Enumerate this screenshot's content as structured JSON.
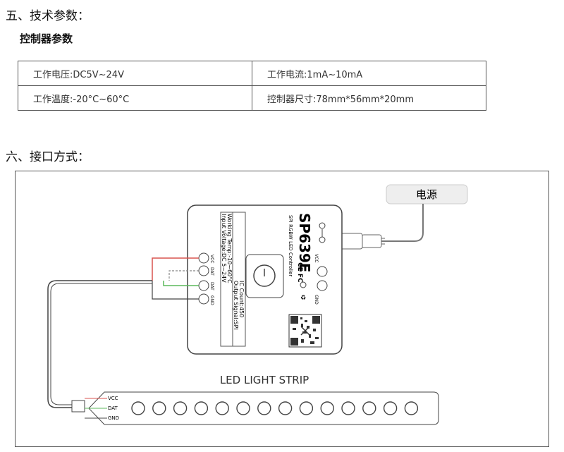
{
  "section5": {
    "title": "五、技术参数："
  },
  "controller_params": {
    "title": "控制器参数"
  },
  "spec_table": {
    "rows": [
      [
        "工作电压:DC5V~24V",
        "工作电流:1mA~10mA"
      ],
      [
        "工作温度:-20°C~60°C",
        "控制器尺寸:78mm*56mm*20mm"
      ]
    ]
  },
  "section6": {
    "title": "六、接口方式："
  },
  "diagram": {
    "power_label": "电源",
    "model": "SP639E",
    "subtitle": "SPI RGBW LED Controller",
    "ports_left": [
      "VCC",
      "DAT",
      "DAT",
      "GND"
    ],
    "ports_right": [
      "VCC",
      "GND"
    ],
    "spec_lines": [
      "Input Voltage:DC 5~24V",
      "Working Temp:-10~60°C",
      "Output Signal:SPI",
      "IC Count:450"
    ],
    "cert": "CE FC",
    "strip_label": "LED LIGHT STRIP",
    "strip_pins": [
      "VCC",
      "DAT",
      "GND"
    ],
    "led_count": 14,
    "wire_colors": {
      "red": "#d9534f",
      "green": "#5cb85c",
      "gray": "#888888"
    }
  }
}
